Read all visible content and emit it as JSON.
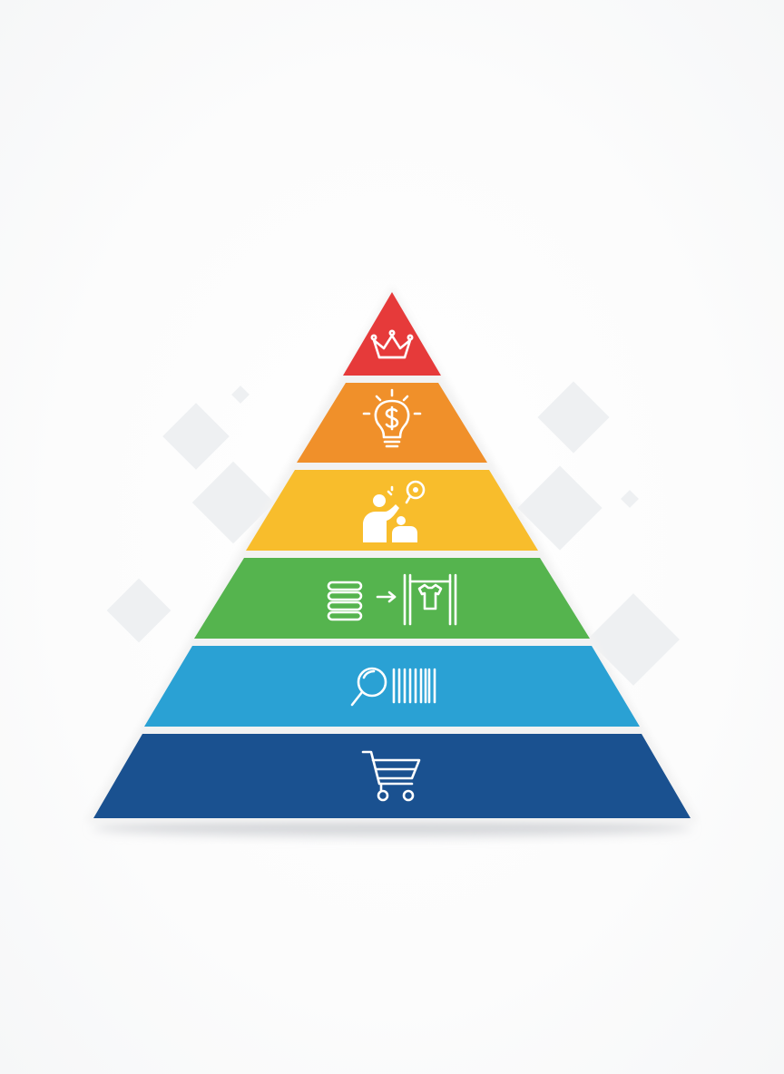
{
  "pyramid": {
    "levels": [
      {
        "id": "top",
        "color": "#e63a3a",
        "icon": "crown-icon"
      },
      {
        "id": "level-2",
        "color": "#f0902a",
        "icon": "money-lightbulb-icon"
      },
      {
        "id": "level-3",
        "color": "#f8bd2c",
        "icon": "customer-service-icon"
      },
      {
        "id": "level-4",
        "color": "#55b44e",
        "icon": "stock-to-shelf-icon"
      },
      {
        "id": "level-5",
        "color": "#2aa1d4",
        "icon": "barcode-search-icon"
      },
      {
        "id": "base",
        "color": "#1a5190",
        "icon": "shopping-cart-icon"
      }
    ]
  },
  "background": {
    "decoration": "light-grey-diamonds"
  }
}
